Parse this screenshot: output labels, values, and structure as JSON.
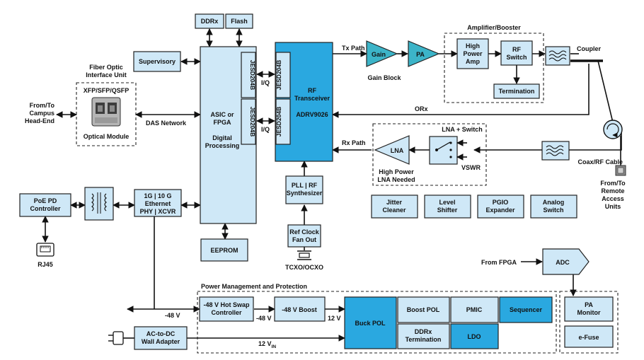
{
  "blocks": {
    "ddrx": "DDRx",
    "flash": "Flash",
    "supervisory": "Supervisory",
    "fiber_title_1": "Fiber Optic",
    "fiber_title_2": "Interface Unit",
    "fiber_ports": "XFP/SFP/QSFP",
    "optical_module": "Optical Module",
    "campus_1": "From/To",
    "campus_2": "Campus",
    "campus_3": "Head-End",
    "das_network": "DAS Network",
    "asic_1": "ASIC or",
    "asic_2": "FPGA",
    "asic_3": "Digital",
    "asic_4": "Processing",
    "jesd_top": "JESD204B",
    "jesd_bottom": "JESD204B",
    "jesd_top_r": "JESD204B",
    "jesd_bottom_r": "JESD204B",
    "iq_top": "I/Q",
    "iq_bottom": "I/Q",
    "rf_1": "RF",
    "rf_2": "Transceiver",
    "rf_3": "ADRV9026",
    "tx_path": "Tx Path",
    "rx_path": "Rx Path",
    "orx": "ORx",
    "gain": "Gain",
    "gain_block": "Gain Block",
    "pa": "PA",
    "amp_title": "Amplifier/Booster",
    "hpa_1": "High",
    "hpa_2": "Power",
    "hpa_3": "Amp",
    "rfsw_1": "RF",
    "rfsw_2": "Switch",
    "termination": "Termination",
    "coupler": "Coupler",
    "lna_switch": "LNA + Switch",
    "lna": "LNA",
    "hp_lna_1": "High Power",
    "hp_lna_2": "LNA Needed",
    "vswr": "VSWR",
    "coax": "Coax/RF Cable",
    "remote_1": "From/To",
    "remote_2": "Remote",
    "remote_3": "Access",
    "remote_4": "Units",
    "pll_1": "PLL | RF",
    "pll_2": "Synthesizer",
    "refclk_1": "Ref Clock",
    "refclk_2": "Fan Out",
    "tcxo": "TCXO/OCXO",
    "jitter_1": "Jitter",
    "jitter_2": "Cleaner",
    "level_1": "Level",
    "level_2": "Shifter",
    "pgio_1": "PGIO",
    "pgio_2": "Expander",
    "analog_1": "Analog",
    "analog_2": "Switch",
    "poe_1": "PoE PD",
    "poe_2": "Controller",
    "rj45": "RJ45",
    "eth_1": "1G | 10 G",
    "eth_2": "Ethernet",
    "eth_3": "PHY | XCVR",
    "eeprom": "EEPROM",
    "from_fpga": "From FPGA",
    "adc": "ADC",
    "pm_title": "Power Management and Protection",
    "hotswap_1": "-48 V Hot Swap",
    "hotswap_2": "Controller",
    "boost48": "-48 V Boost",
    "neg48_a": "-48 V",
    "neg48_b": "-48 V",
    "v12": "12 V",
    "v12in": "12 V",
    "v12in_sub": "IN",
    "buck": "Buck POL",
    "boost_pol": "Boost POL",
    "pmic": "PMIC",
    "sequencer": "Sequencer",
    "ddrx_term_1": "DDRx",
    "ddrx_term_2": "Termination",
    "ldo": "LDO",
    "pa_mon_1": "PA",
    "pa_mon_2": "Monitor",
    "efuse": "e-Fuse",
    "acdc_1": "AC-to-DC",
    "acdc_2": "Wall Adapter"
  },
  "colors": {
    "light_block": "#cfe8f7",
    "dark_block": "#2aa8e0",
    "amp_fill": "#3cb4c8",
    "line": "#111111"
  },
  "icons": [
    "optical-module-icon",
    "transformer-icon",
    "rj45-icon",
    "plug-icon",
    "filter-icon",
    "circulator-icon",
    "switch-icon",
    "crystal-icon"
  ]
}
